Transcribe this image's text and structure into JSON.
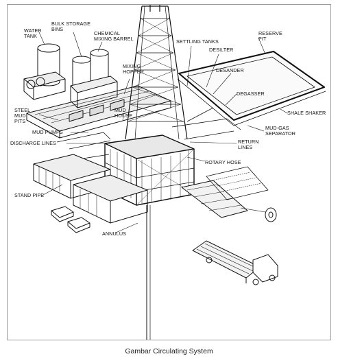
{
  "caption": "Gambar Circulating System",
  "labels": {
    "water_tank": "WATER\nTANK",
    "bulk_storage_bins": "BULK STORAGE\nBINS",
    "chemical_mixing_barrel": "CHEMICAL\nMIXING BARREL",
    "mixing_hopper": "MIXING\nHOPPER",
    "mud_house": "MUD\nHOUSE",
    "steel_mud_pits": "STEEL\nMUD\nPITS",
    "mud_pumps": "MUD PUMPS",
    "discharge_lines": "DISCHARGE LINES",
    "stand_pipe": "STAND PIPE",
    "annulus": "ANNULUS",
    "settling_tanks": "SETTLING TANKS",
    "desilter": "DESILTER",
    "desander": "DESANDER",
    "degasser": "DEGASSER",
    "reserve_pit": "RESERVE\nPIT",
    "shale_shaker": "SHALE SHAKER",
    "mud_gas_separator": "MUD-GAS\nSEPARATOR",
    "return_lines": "RETURN\nLINES",
    "rotary_hose": "ROTARY HOSE"
  }
}
